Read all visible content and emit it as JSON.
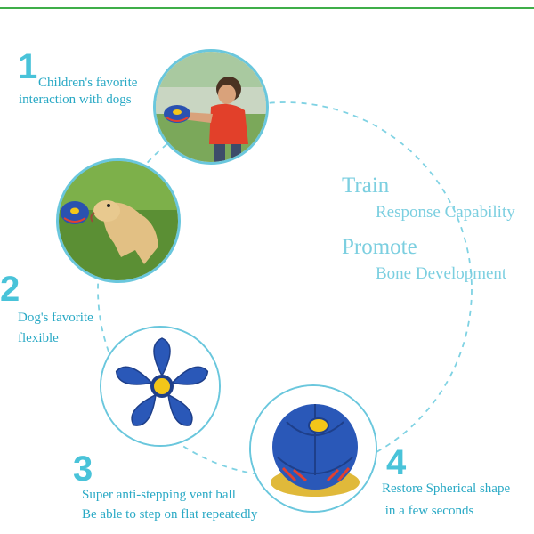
{
  "colors": {
    "accent": "#49c3d9",
    "caption": "#29a9c5",
    "light": "#7ccfe0",
    "ball_blue": "#2a52b0",
    "ball_yellow": "#f3c619",
    "grass": "#6f9e3c"
  },
  "steps": [
    {
      "number": "1",
      "lines": [
        "Children's favorite",
        "interaction with dogs"
      ]
    },
    {
      "number": "2",
      "lines": [
        "Dog's favorite",
        "flexible"
      ]
    },
    {
      "number": "3",
      "lines": [
        "Super anti-stepping vent ball",
        "Be able to step on flat repeatedly"
      ]
    },
    {
      "number": "4",
      "lines": [
        "Restore Spherical shape",
        " in a few seconds"
      ]
    }
  ],
  "benefits": [
    {
      "title": "Train",
      "subtitle": "Response Capability"
    },
    {
      "title": "Promote",
      "subtitle": "Bone Development"
    }
  ],
  "images": [
    {
      "icon": "child-throwing-ball-photo"
    },
    {
      "icon": "dog-catching-ball-photo"
    },
    {
      "icon": "flat-ufo-ball-icon"
    },
    {
      "icon": "spherical-ufo-ball-icon"
    }
  ]
}
